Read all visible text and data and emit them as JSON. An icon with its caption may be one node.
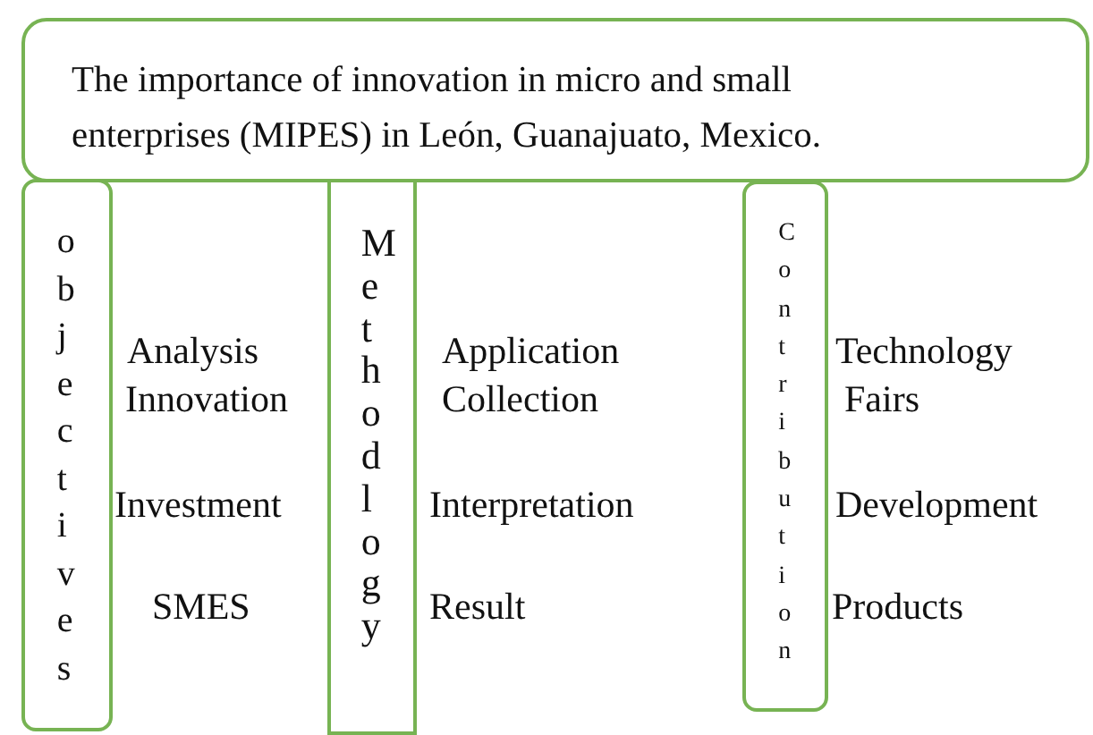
{
  "diagram": {
    "nodes": [
      {
        "text": [
          "The importance of innovation in micro and small enterprises (MIPES) in León, Guanajuato, Mexico."
        ]
      },
      {
        "text": [
          "objectives"
        ]
      },
      {
        "text": [
          "Methodlogy"
        ]
      },
      {
        "text": [
          "Contribution"
        ]
      }
    ],
    "labels": [
      "Analysis",
      "Application",
      "Technology",
      "Innovation",
      "Collection",
      "Fairs",
      "Investment",
      "Interpretation",
      "Development",
      "SMES",
      "Result",
      "Products"
    ]
  }
}
